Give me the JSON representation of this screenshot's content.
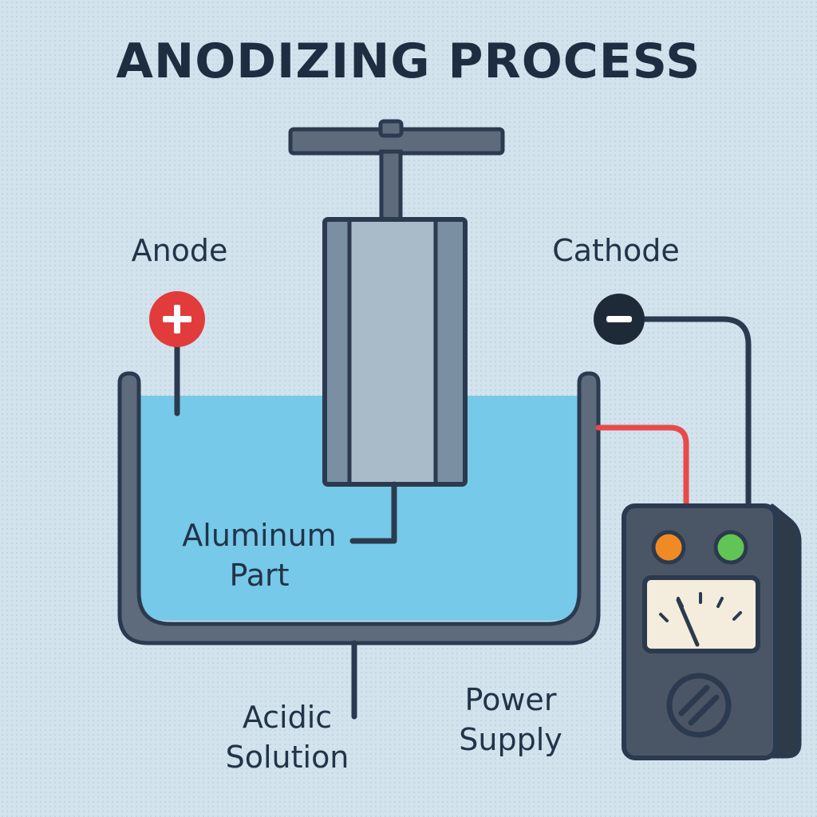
{
  "title": "ANODIZING PROCESS",
  "labels": {
    "anode": "Anode",
    "cathode": "Cathode",
    "aluminum_part": [
      "Aluminum",
      "Part"
    ],
    "acidic_solution": [
      "Acidic",
      "Solution"
    ],
    "power_supply": [
      "Power",
      "Supply"
    ]
  },
  "symbols": {
    "positive": "+",
    "negative": "−"
  },
  "colors": {
    "background": "#d2e3ee",
    "outline": "#2b3a4e",
    "solution": "#76c9e8",
    "tank": "#5d6b7c",
    "part_body": "#a9bac9",
    "part_side": "#7b8fa3",
    "anode_terminal": "#e23b3b",
    "cathode_terminal": "#1f2a38",
    "red_wire": "#e84a4a",
    "power_supply_body": "#4a5666",
    "indicator_orange": "#f08a24",
    "indicator_green": "#62c454",
    "meter_face": "#f4ecdc"
  },
  "icons": {
    "positive_terminal": "plus-icon",
    "negative_terminal": "minus-icon",
    "meter": "gauge-icon",
    "knob": "dial-knob-icon"
  }
}
